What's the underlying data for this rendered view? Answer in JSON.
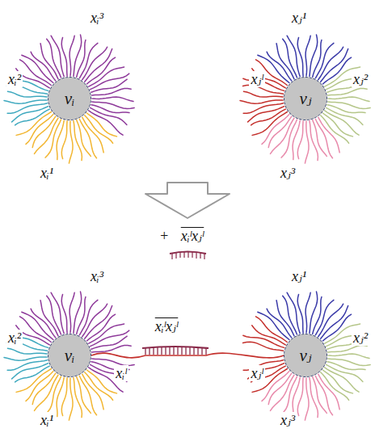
{
  "diagram": {
    "nodes": [
      {
        "text": [
          "vᵢ"
        ]
      },
      {
        "text": [
          "vⱼ"
        ]
      },
      {
        "text": [
          "vᵢ"
        ]
      },
      {
        "text": [
          "vⱼ"
        ]
      }
    ],
    "edges": [
      {
        "from": 2,
        "to": 3,
        "arrow": "none",
        "label": "xᵢˡxⱼˡ"
      }
    ],
    "labels": [
      "xᵢ³",
      "xᵢ²",
      "xᵢ¹",
      "xⱼ¹",
      "xⱼ²",
      "xⱼ³",
      "xⱼˡ",
      "+",
      "xᵢˡxⱼˡ",
      "xᵢ³",
      "xᵢ²",
      "xᵢ¹",
      "xᵢˡ",
      "xⱼˡ",
      "xⱼ¹",
      "xⱼ²",
      "xⱼ³"
    ]
  }
}
